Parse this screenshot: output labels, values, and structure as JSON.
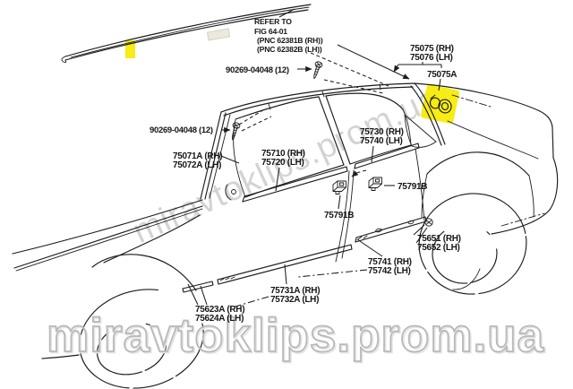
{
  "diagram": {
    "note": {
      "l1": "REFER TO",
      "l2": "FIG 64-01",
      "l3": "(PNC 62381B (RH))",
      "l4": "(PNC 62382B (LH))"
    },
    "labels": {
      "screw_top": "90269-04048 (12)",
      "screw_front": "90269-04048 (12)",
      "roof_drip_rh": "75075 (RH)",
      "roof_drip_lh": "75076 (LH)",
      "roof_drip_clip": "75075A",
      "windshield_rh": "75071A (RH)",
      "windshield_lh": "75072A (LH)",
      "front_belt_rh": "75710 (RH)",
      "front_belt_lh": "75720 (LH)",
      "rear_belt_rh": "75730 (RH)",
      "rear_belt_lh": "75740 (LH)",
      "belt_clip_left": "75791B",
      "belt_clip_right": "75791B",
      "rear_end_clip_rh": "75651 (RH)",
      "rear_end_clip_lh": "75652 (LH)",
      "rear_lower_rh": "75741 (RH)",
      "rear_lower_lh": "75742 (LH)",
      "front_lower_rh": "75731A (RH)",
      "front_lower_lh": "75732A (LH)",
      "rocker_rh": "75623A (RH)",
      "rocker_lh": "75624A (LH)"
    },
    "watermark": "miravtoklips.prom.ua",
    "colors": {
      "line": "#1c1c1c",
      "highlight": "#f6ea00",
      "watermark_gray": "#b9b9b9"
    }
  }
}
